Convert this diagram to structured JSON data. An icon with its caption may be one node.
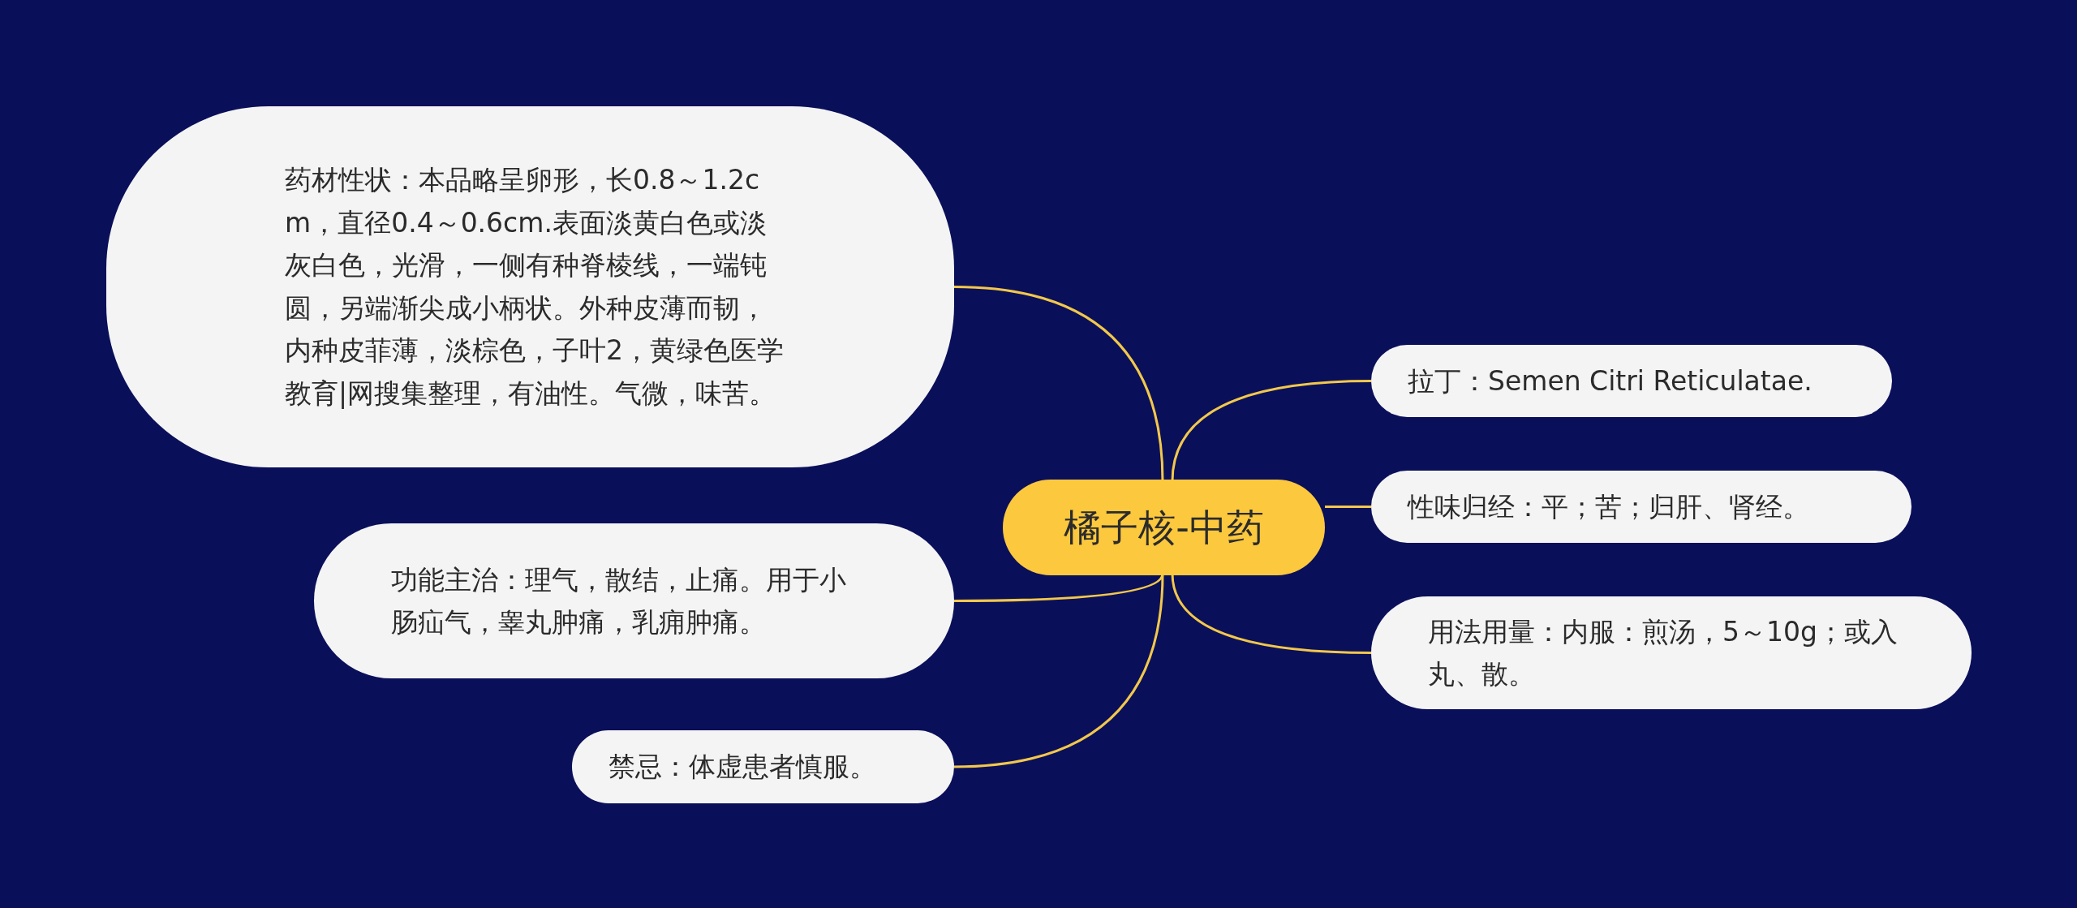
{
  "diagram": {
    "nodes": [
      {
        "text": [
          "橘子核-中药"
        ]
      },
      {
        "text": [
          "药材性状：本品略呈卵形，长0.8～1.2cm，直径0.4～0.6cm.表面淡黄白色或淡灰白色，光滑，一侧有种脊棱线，一端钝圆，另端渐尖成小柄状。外种皮薄而韧，内种皮菲薄，淡棕色，子叶2，黄绿色医学教育|网搜集整理，有油性。气微，味苦。"
        ]
      },
      {
        "text": [
          "功能主治：理气，散结，止痛。用于小肠疝气，睾丸肿痛，乳痈肿痛。"
        ]
      },
      {
        "text": [
          "禁忌：体虚患者慎服。"
        ]
      },
      {
        "text": [
          "拉丁：Semen Citri Reticulatae."
        ]
      },
      {
        "text": [
          "性味归经：平；苦；归肝、肾经。"
        ]
      },
      {
        "text": [
          "用法用量：内服：煎汤，5～10g；或入丸、散。"
        ]
      }
    ],
    "edges": [
      {
        "from": 0,
        "to": 1,
        "arrow": "none"
      },
      {
        "from": 0,
        "to": 2,
        "arrow": "none"
      },
      {
        "from": 0,
        "to": 3,
        "arrow": "none"
      },
      {
        "from": 0,
        "to": 4,
        "arrow": "none"
      },
      {
        "from": 0,
        "to": 5,
        "arrow": "none"
      },
      {
        "from": 0,
        "to": 6,
        "arrow": "none"
      }
    ]
  }
}
